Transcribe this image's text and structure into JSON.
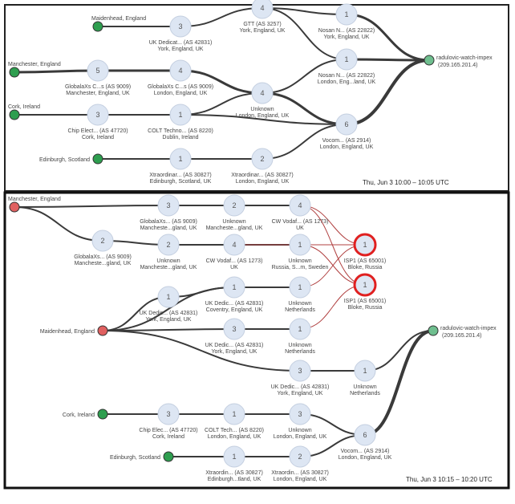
{
  "panel_top": {
    "timestamp": "Thu, Jun 3 10:00 – 10:05 UTC",
    "sources": [
      {
        "id": "maidenhead",
        "label": "Maidenhead, England"
      },
      {
        "id": "manchester",
        "label": "Manchester, England"
      },
      {
        "id": "cork",
        "label": "Cork, Ireland"
      },
      {
        "id": "edinburgh",
        "label": "Edinburgh, Scotland"
      }
    ],
    "target": {
      "line1": "radulovic-watch-impex",
      "line2": "(209.165.201.4)"
    },
    "hops": [
      {
        "id": "a",
        "count": "3",
        "line1": "UK Dedicat... (AS 42831)",
        "line2": "York, England, UK"
      },
      {
        "id": "b",
        "count": "4",
        "line1": "GTT (AS 3257)",
        "line2": "York, England, UK"
      },
      {
        "id": "c",
        "count": "1",
        "line1": "Nosan N... (AS 22822)",
        "line2": "York, England, UK"
      },
      {
        "id": "d",
        "count": "5",
        "line1": "GlobalaXs C...s (AS 9009)",
        "line2": "Manchester, England, UK"
      },
      {
        "id": "e",
        "count": "4",
        "line1": "GlobalaXs C...s (AS 9009)",
        "line2": "London, England, UK"
      },
      {
        "id": "f",
        "count": "4",
        "line1": "Unknown",
        "line2": "London, England, UK"
      },
      {
        "id": "g",
        "count": "1",
        "line1": "Nosan N... (AS 22822)",
        "line2": "London, Eng...land, UK"
      },
      {
        "id": "h",
        "count": "3",
        "line1": "Chip Elect... (AS 47720)",
        "line2": "Cork, Ireland"
      },
      {
        "id": "i",
        "count": "1",
        "line1": "COLT Techno... (AS 8220)",
        "line2": "Dublin, Ireland"
      },
      {
        "id": "j",
        "count": "6",
        "line1": "Vocom... (AS 2914)",
        "line2": "London, England, UK"
      },
      {
        "id": "k",
        "count": "1",
        "line1": "Xtraordinar... (AS 30827)",
        "line2": "Edinburgh, Scotland, UK"
      },
      {
        "id": "l",
        "count": "2",
        "line1": "Xtraordinar... (AS 30827)",
        "line2": "London, England, UK"
      }
    ]
  },
  "panel_bottom": {
    "timestamp": "Thu, Jun 3 10:15 – 10:20 UTC",
    "sources": [
      {
        "id": "manchester",
        "label": "Manchester, England"
      },
      {
        "id": "maidenhead",
        "label": "Maidenhead, England"
      },
      {
        "id": "cork",
        "label": "Cork, Ireland"
      },
      {
        "id": "edinburgh",
        "label": "Edinburgh, Scotland"
      }
    ],
    "target": {
      "line1": "radulovic-watch-impex",
      "line2": "(209.165.201.4)"
    },
    "hops": [
      {
        "id": "m",
        "count": "3",
        "line1": "GlobalaXs... (AS 9009)",
        "line2": "Mancheste...gland, UK"
      },
      {
        "id": "n",
        "count": "2",
        "line1": "Unknown",
        "line2": "Mancheste...gland, UK"
      },
      {
        "id": "o",
        "count": "4",
        "line1": "CW Vodaf... (AS 1273)",
        "line2": "UK"
      },
      {
        "id": "p",
        "count": "2",
        "line1": "GlobalaXs... (AS 9009)",
        "line2": "Mancheste...gland, UK"
      },
      {
        "id": "q",
        "count": "2",
        "line1": "Unknown",
        "line2": "Mancheste...gland, UK"
      },
      {
        "id": "r",
        "count": "4",
        "line1": "CW Vodaf... (AS 1273)",
        "line2": "UK"
      },
      {
        "id": "s",
        "count": "1",
        "line1": "Unknown",
        "line2": "Russia, S...m, Sweden"
      },
      {
        "id": "t",
        "count": "1",
        "line1": "ISP1 (AS 65001)",
        "line2": "Bloke, Russia"
      },
      {
        "id": "u",
        "count": "1",
        "line1": "ISP1 (AS 65001)",
        "line2": "Bloke, Russia"
      },
      {
        "id": "v",
        "count": "1",
        "line1": "UK Dedic... (AS 42831)",
        "line2": "York, England, UK"
      },
      {
        "id": "w",
        "count": "1",
        "line1": "UK Dedic... (AS 42831)",
        "line2": "Coventry, England, UK"
      },
      {
        "id": "x",
        "count": "1",
        "line1": "Unknown",
        "line2": "Netherlands"
      },
      {
        "id": "y",
        "count": "3",
        "line1": "UK Dedic... (AS 42831)",
        "line2": "York, England, UK"
      },
      {
        "id": "z",
        "count": "1",
        "line1": "Unknown",
        "line2": "Netherlands"
      },
      {
        "id": "aa",
        "count": "3",
        "line1": "UK Dedic... (AS 42831)",
        "line2": "York, England, UK"
      },
      {
        "id": "ab",
        "count": "1",
        "line1": "Unknown",
        "line2": "Netherlands"
      },
      {
        "id": "ac",
        "count": "3",
        "line1": "Chip Elec... (AS 47720)",
        "line2": "Cork, Ireland"
      },
      {
        "id": "ad",
        "count": "1",
        "line1": "COLT Tech... (AS 8220)",
        "line2": "London, England, UK"
      },
      {
        "id": "ae",
        "count": "3",
        "line1": "Unknown",
        "line2": "London, England, UK"
      },
      {
        "id": "af",
        "count": "6",
        "line1": "Vocom... (AS 2914)",
        "line2": "London, England, UK"
      },
      {
        "id": "ag",
        "count": "1",
        "line1": "Xtraordin... (AS 30827)",
        "line2": "Edinburgh...tland, UK"
      },
      {
        "id": "ah",
        "count": "2",
        "line1": "Xtraordin... (AS 30827)",
        "line2": "London, England, UK"
      }
    ]
  },
  "colors": {
    "source_ok": "#2e9e4f",
    "source_alert": "#e06060",
    "target": "#6fbf8f",
    "hop_fill": "#dde6f3",
    "alert_ring": "#e02020",
    "path": "#3a3a3a",
    "alert_path": "#b04040"
  }
}
